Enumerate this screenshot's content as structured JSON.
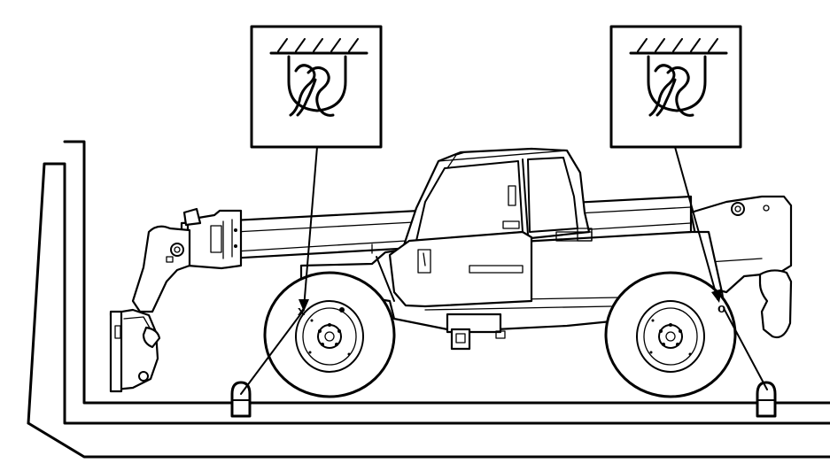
{
  "symbols": {
    "front_anchor": "tie-down-anchor-symbol",
    "rear_anchor": "tie-down-anchor-symbol"
  },
  "markers": {
    "front_point": "x",
    "rear_point": "o"
  },
  "colors": {
    "line": "#000000",
    "background": "#ffffff"
  }
}
